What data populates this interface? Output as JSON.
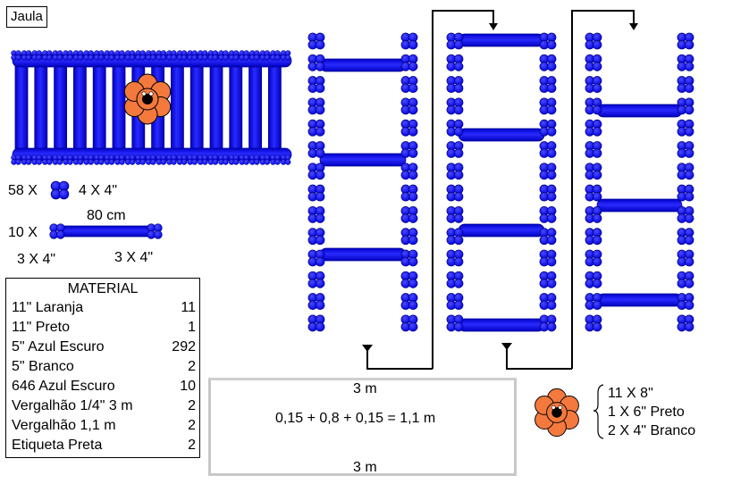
{
  "title": "Jaula",
  "labels": {
    "count_58": "58 X",
    "balloon_size": "4 X 4\"",
    "length": "80 cm",
    "count_10": "10 X",
    "left_end": "3 X 4\"",
    "right_end": "3 X 4\""
  },
  "material": {
    "title": "MATERIAL",
    "rows": [
      {
        "name": "11\" Laranja",
        "qty": "11"
      },
      {
        "name": "11\" Preto",
        "qty": "1"
      },
      {
        "name": "5\" Azul Escuro",
        "qty": "292"
      },
      {
        "name": "5\" Branco",
        "qty": "2"
      },
      {
        "name": "646 Azul Escuro",
        "qty": "10"
      },
      {
        "name": "Vergalhão 1/4\" 3 m",
        "qty": "2"
      },
      {
        "name": "Vergalhão 1,1 m",
        "qty": "2"
      },
      {
        "name": "Etiqueta Preta",
        "qty": "2"
      }
    ]
  },
  "dimensions": {
    "top": "3 m",
    "middle": "0,15 + 0,8 + 0,15 = 1,1 m",
    "bottom": "3 m"
  },
  "flower_legend": {
    "line1": "11 X 8\"",
    "line2": "1 X 6\" Preto",
    "line3": "2 X 4\" Branco"
  },
  "colors": {
    "blue": "#0000ee",
    "orange": "#f4793d",
    "black": "#000000",
    "white": "#ffffff"
  }
}
